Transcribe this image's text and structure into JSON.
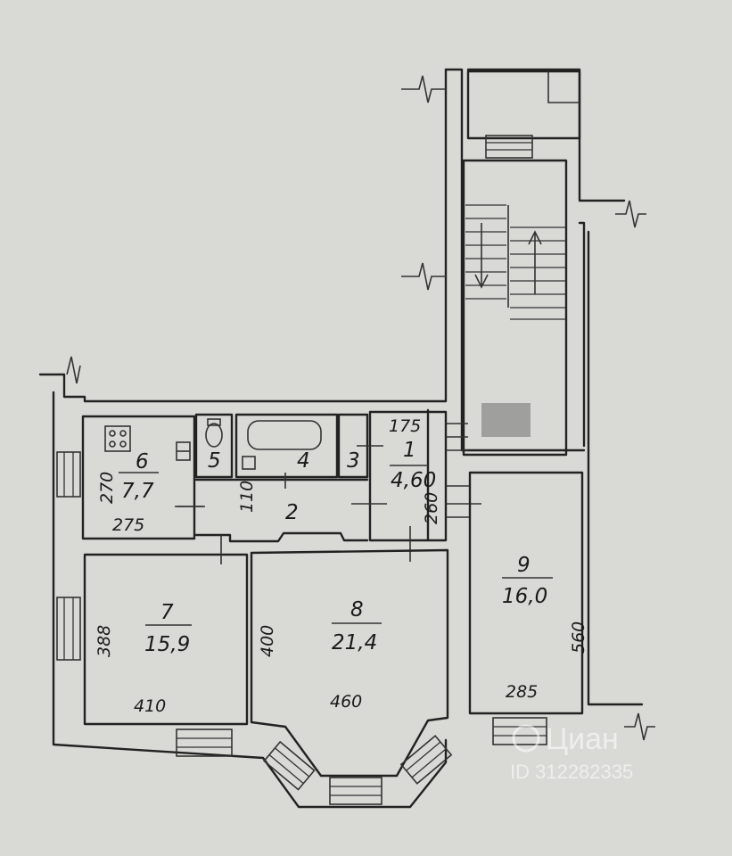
{
  "rooms": [
    {
      "id": "6",
      "area": "7,7"
    },
    {
      "id": "5",
      "area": ""
    },
    {
      "id": "4",
      "area": ""
    },
    {
      "id": "3",
      "area": ""
    },
    {
      "id": "1",
      "area": "4,60"
    },
    {
      "id": "2",
      "area": ""
    },
    {
      "id": "7",
      "area": "15,9"
    },
    {
      "id": "8",
      "area": "21,4"
    },
    {
      "id": "9",
      "area": "16,0"
    }
  ],
  "dimensions": [
    "270",
    "275",
    "110",
    "175",
    "260",
    "388",
    "410",
    "400",
    "460",
    "560",
    "285"
  ],
  "watermark": {
    "brand": "Циан",
    "id": "ID 312282335"
  },
  "colors": {
    "paper": "#d9d9d6",
    "ink": "#222222"
  }
}
